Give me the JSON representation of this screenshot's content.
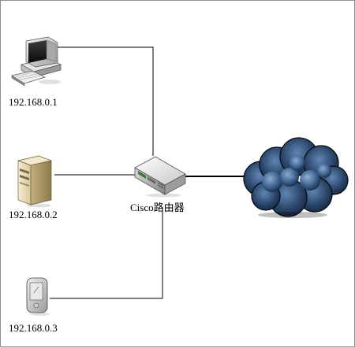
{
  "diagram": {
    "nodes": {
      "pc": {
        "label": "192.168.0.1",
        "icon": "desktop-computer-icon"
      },
      "server": {
        "label": "192.168.0.2",
        "icon": "server-tower-icon"
      },
      "pda": {
        "label": "192.168.0.3",
        "icon": "pda-handheld-icon"
      },
      "router": {
        "label": "Cisco路由器",
        "icon": "router-icon"
      },
      "internet": {
        "label": "",
        "icon": "cloud-icon"
      }
    },
    "colors": {
      "link": "#000000",
      "border": "#8c8c8c",
      "cloud_dark": "#0c1a2a",
      "cloud_light": "#5f86b4"
    }
  }
}
